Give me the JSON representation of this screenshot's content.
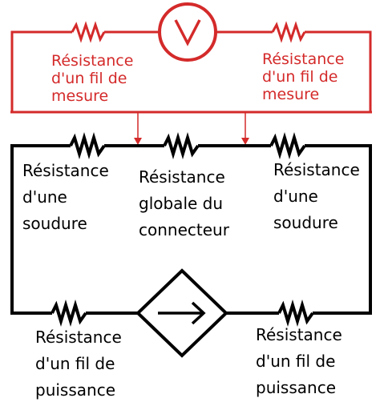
{
  "colors": {
    "measurement_circuit": "#d42a2a",
    "power_circuit": "#000000",
    "background": "#ffffff"
  },
  "symbols": {
    "voltmeter": "V",
    "current_source_arrow": "right-arrow-icon"
  },
  "labels": {
    "measure_wire_left": [
      "Résistance",
      "d'un fil de",
      "mesure"
    ],
    "measure_wire_right": [
      "Résistance",
      "d'un fil de",
      "mesure"
    ],
    "solder_left": [
      "Résistance",
      "d'une",
      "soudure"
    ],
    "connector": [
      "Résistance",
      "globale du",
      "connecteur"
    ],
    "solder_right": [
      "Résistance",
      "d'une",
      "soudure"
    ],
    "power_wire_left": [
      "Résistance",
      "d'un fil de",
      "puissance"
    ],
    "power_wire_right": [
      "Résistance",
      "d'un fil de",
      "puissance"
    ]
  }
}
